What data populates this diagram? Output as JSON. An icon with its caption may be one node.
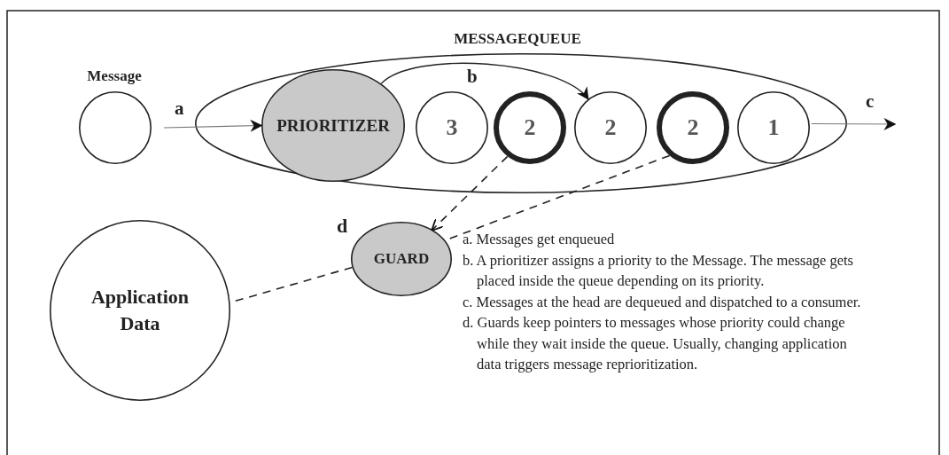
{
  "diagram": {
    "nodes": [
      {
        "text": [
          "MESSAGEQUEUE"
        ]
      },
      {
        "text": [
          "Message"
        ]
      },
      {
        "text": [
          "PRIORITIZER"
        ],
        "in": 0
      },
      {
        "text": [
          "3"
        ],
        "in": 0
      },
      {
        "text": [
          "2"
        ],
        "in": 0
      },
      {
        "text": [
          "2"
        ],
        "in": 0
      },
      {
        "text": [
          "2"
        ],
        "in": 0
      },
      {
        "text": [
          "1"
        ],
        "in": 0
      },
      {
        "text": [
          "GUARD"
        ],
        "beside": [
          "d"
        ]
      },
      {
        "text": [
          "Application Data"
        ]
      }
    ],
    "edges": [
      {
        "from": 1,
        "to": 2,
        "arrow": "to",
        "label": "a"
      },
      {
        "from": 2,
        "to": 5,
        "arrow": "to",
        "label": "b"
      },
      {
        "from": 7,
        "to": null,
        "arrow": "to",
        "label": "c"
      },
      {
        "from": 4,
        "to": 8,
        "arrow": "to",
        "style": "dashed"
      },
      {
        "from": 6,
        "to": 8,
        "arrow": "none",
        "style": "dashed"
      },
      {
        "from": 8,
        "to": 9,
        "arrow": "none",
        "style": "dashed"
      }
    ],
    "labels": [
      "a. Messages get enqueued",
      "b. A prioritizer assigns a priority to the Message. The message gets placed inside the queue depending on its priority.",
      "c. Messages at the head are dequeued and dispatched to a consumer.",
      "d. Guards keep pointers to messages whose priority could change while they wait inside the queue. Usually, changing application data triggers message reprioritization."
    ]
  }
}
